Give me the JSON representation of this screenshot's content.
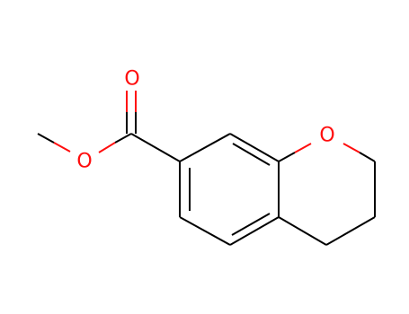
{
  "molecule": {
    "atoms": {
      "ring_oxygen": "O",
      "carbonyl_oxygen": "O",
      "ester_oxygen": "O"
    },
    "colors": {
      "bond": "#000000",
      "heteroatom": "#ff0d0d",
      "background": "#ffffff"
    }
  }
}
